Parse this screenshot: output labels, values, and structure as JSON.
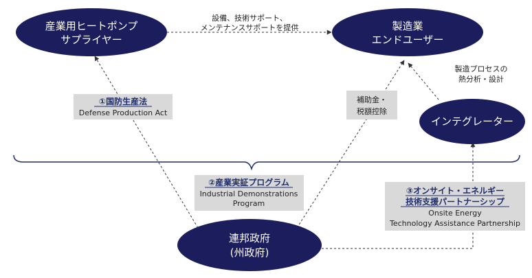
{
  "colors": {
    "node_fill": "#1c1d5c",
    "node_text": "#ffffff",
    "label_bg": "#d9d9d9",
    "label_title": "#1f2d6b",
    "line": "#333333"
  },
  "nodes": {
    "supplier": {
      "line1": "産業用ヒートポンプ",
      "line2": "サプライヤー"
    },
    "enduser": {
      "line1": "製造業",
      "line2": "エンドユーザー"
    },
    "integrator": {
      "line1": "インテグレーター"
    },
    "government": {
      "line1": "連邦政府",
      "line2": "(州政府)"
    }
  },
  "notes": {
    "services": {
      "line1": "設備、技術サポート、",
      "line2": "メンテナンスサポートを提供"
    },
    "thermal": {
      "line1": "製造プロセスの",
      "line2": "熱分析・設計"
    },
    "subsidy": {
      "line1": "補助金・",
      "line2": "税額控除"
    }
  },
  "programs": {
    "dpa": {
      "title": "①国防生産法",
      "sub1": "Defense Production Act"
    },
    "idp": {
      "title": "②産業実証プログラム",
      "sub1": "Industrial Demonstrations",
      "sub2": "Program"
    },
    "otap": {
      "title1": "③オンサイト・エネルギー",
      "title2": "技術支援パートナーシップ",
      "sub1": "Onsite Energy",
      "sub2": "Technology Assistance Partnership"
    }
  }
}
